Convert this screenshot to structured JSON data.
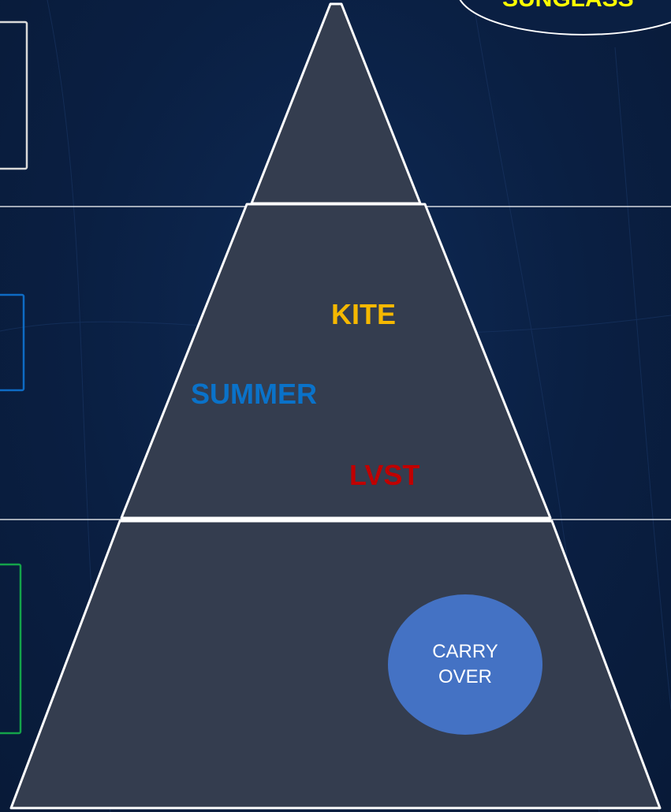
{
  "colors": {
    "background": "#0a1f42",
    "pyramid_fill": "#343d4f",
    "pyramid_stroke": "#ffffff",
    "divider": "#ffffff",
    "box_top": "#d9d9d9",
    "box_middle": "#0e6bc4",
    "box_bottom": "#14a34a",
    "kite": "#f5b800",
    "summer": "#0a72c9",
    "lvst": "#c00000",
    "carry_over_circle": "#4472c4",
    "callout_text": "#ffff00"
  },
  "callout": {
    "text": "SUNGLASS"
  },
  "labels": {
    "kite": "KITE",
    "summer": "SUMMER",
    "lvst": "LVST"
  },
  "carry_over": {
    "line1": "CARRY",
    "line2": "OVER"
  }
}
